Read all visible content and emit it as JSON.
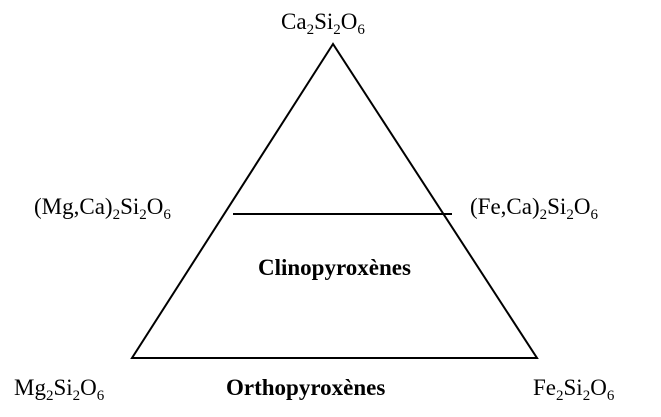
{
  "labels": {
    "top": {
      "main": "Ca",
      "s1": "2",
      "mid": "Si",
      "s2": "2",
      "end": "O",
      "s3": "6"
    },
    "bottom_left": {
      "main": "Mg",
      "s1": "2",
      "mid": "Si",
      "s2": "2",
      "end": "O",
      "s3": "6"
    },
    "bottom_right": {
      "main": "Fe",
      "s1": "2",
      "mid": "Si",
      "s2": "2",
      "end": "O",
      "s3": "6"
    },
    "mid_left": {
      "main": "(Mg,Ca)",
      "s1": "2",
      "mid": "Si",
      "s2": "2",
      "end": "O",
      "s3": "6"
    },
    "mid_right": {
      "main": "(Fe,Ca)",
      "s1": "2",
      "mid": "Si",
      "s2": "2",
      "end": "O",
      "s3": "6"
    },
    "clino": "Clinopyroxènes",
    "ortho": "Orthopyroxènes"
  },
  "colors": {
    "line": "#000000",
    "text": "#000000",
    "background": "#ffffff"
  }
}
